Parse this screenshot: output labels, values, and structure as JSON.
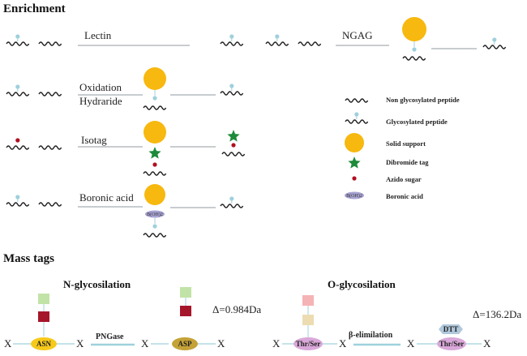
{
  "sections": {
    "enrichment": "Enrichment",
    "mass_tags": "Mass tags"
  },
  "methods": {
    "lectin": "Lectin",
    "ngag": "NGAG",
    "oxidation": "Oxidation",
    "hydraride": "Hydraride",
    "isotag": "Isotag",
    "boronic_acid": "Boronic acid"
  },
  "legend": {
    "non_glycosylated": "Non glycosylated peptide",
    "glycosylated": "Glycosylated peptide",
    "solid_support": "Solid support",
    "dibromide_tag": "Dibromide tag",
    "azido_sugar": "Azido sugar",
    "boronic_acid": "Boronic acid"
  },
  "boronic_label": "B(OH)2",
  "mass_tags": {
    "n_title": "N-glycosilation",
    "o_title": "O-glycosilation",
    "x": "X",
    "asn": "ASN",
    "asp": "ASP",
    "pngase": "PNGase",
    "n_delta": "Δ=0.984Da",
    "thr_ser": "Thr/Ser",
    "beta_elim": "β-elimilation",
    "dtt": "DTT",
    "o_delta": "Δ=136.2Da"
  },
  "colors": {
    "glycan": "#9fd0dc",
    "support": "#f7b80f",
    "star": "#1d8b3a",
    "azido": "#b01020",
    "boronic": "#a7a3d3",
    "arrow": "#c8cccf",
    "asn": "#f6c91a",
    "asp": "#c4a238",
    "thr": "#d9a8d9",
    "sq_green": "#c2e3a7",
    "sq_red": "#a6162a",
    "sq_pink": "#f6b3b5",
    "sq_tan": "#eddcb2",
    "dtt": "#b0c8dc",
    "link": "#9fd0dc"
  }
}
